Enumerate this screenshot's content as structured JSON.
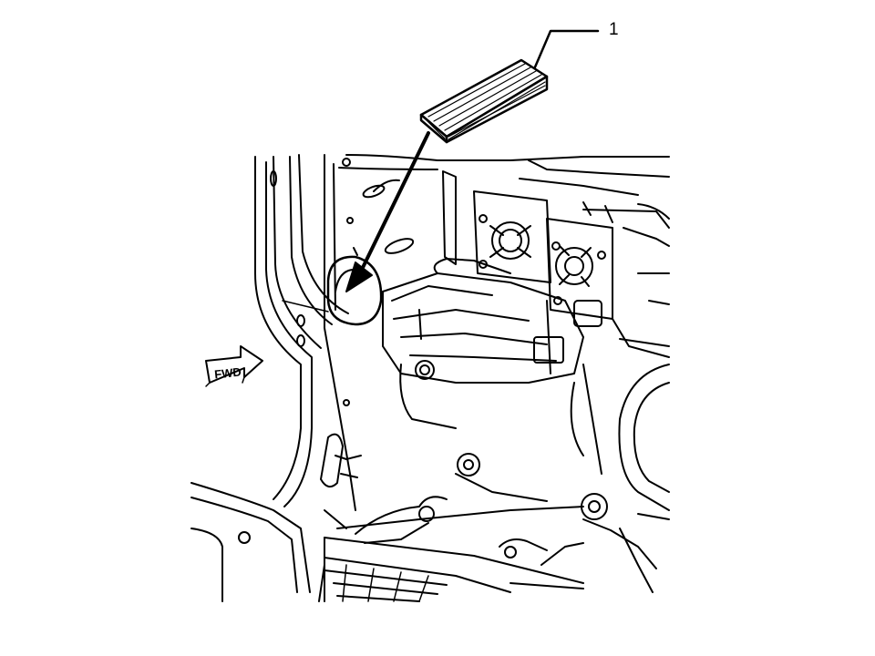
{
  "callout": {
    "number": "1"
  },
  "direction_arrow": {
    "label": "FWD"
  },
  "colors": {
    "ink": "#000000",
    "paper": "#ffffff"
  },
  "icons": {
    "part": "insulator-pad",
    "orientation": "forward-arrow"
  }
}
